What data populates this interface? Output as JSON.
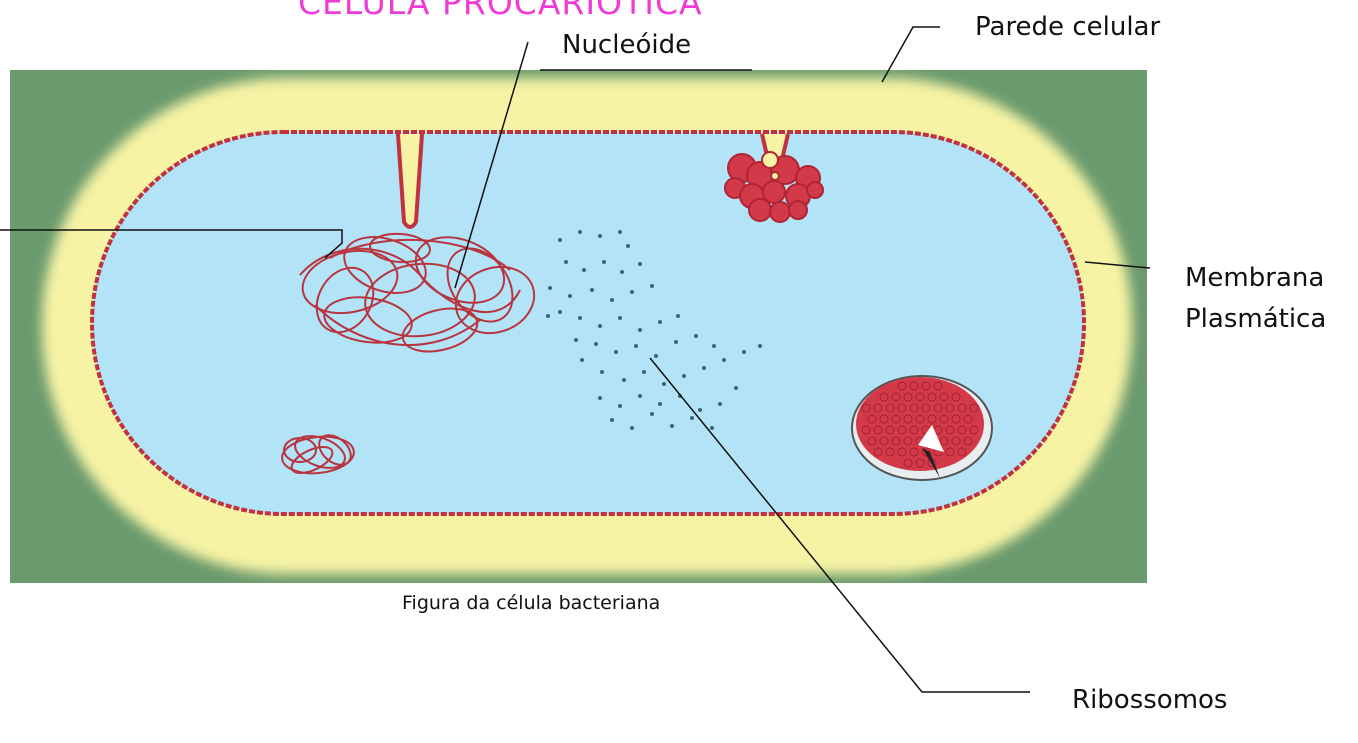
{
  "title": {
    "text": "CÉLULA PROCARIÓTICA",
    "color": "#ee3bd6"
  },
  "labels": {
    "parede_celular": "Parede celular",
    "nucleoide": "Nucleóide",
    "membrana_line1": "Membrana",
    "membrana_line2": "Plasmática",
    "ribossomos": "Ribossomos"
  },
  "caption": "Figura da célula bacteriana",
  "colors": {
    "background_green": "#6a9a6e",
    "cell_wall_yellow": "#f6f3a4",
    "cytoplasm_blue": "#b2e3f7",
    "membrane_red": "#c2313f",
    "ribosome_dots": "#3c6670",
    "inclusion_red": "#d23a4a",
    "line_color": "#111111"
  }
}
